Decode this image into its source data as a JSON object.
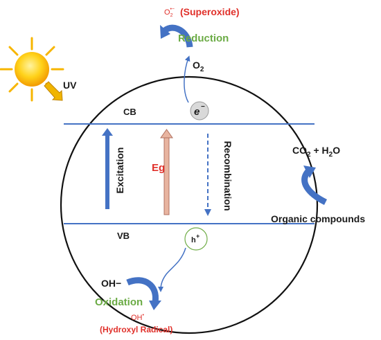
{
  "labels": {
    "uv": "UV",
    "cb": "CB",
    "vb": "VB",
    "electron": "e",
    "electron_charge": "−",
    "hole": "h",
    "hole_charge": "+",
    "excitation": "Excitation",
    "eg": "Eg",
    "recombination": "Recombination",
    "o2_base": "O",
    "o2_sub": "2",
    "superoxide_base": "O",
    "superoxide_sub": "2",
    "superoxide_sup": "•−",
    "superoxide_name": "(Superoxide)",
    "reduction": "Reduction",
    "co2_base": "CO",
    "co2_sub": "2",
    "plus": " + H",
    "h2o_sub": "2",
    "h2o_tail": "O",
    "organic": "Organic compounds",
    "oh_minus": "OH−",
    "oxidation": "Oxidation",
    "oh_radical_base": "OH",
    "oh_radical_sup": "•",
    "hydroxyl_name": "(Hydroxyl Radical)"
  },
  "colors": {
    "dark_text": "#1a1a1a",
    "red_text": "#e0302a",
    "green_text": "#6bab45",
    "arrow_blue": "#4472c4",
    "eg_fill": "#e8b4a0",
    "eg_stroke": "#b07060",
    "sun_yellow": "#f7c21a",
    "uv_arrow": "#f0b400"
  },
  "icons": {
    "sun": "sun-icon",
    "uv_arrow": "arrow-icon"
  }
}
